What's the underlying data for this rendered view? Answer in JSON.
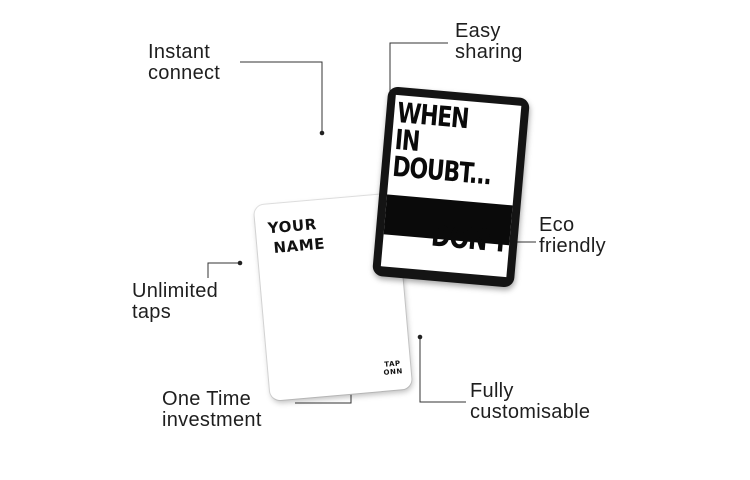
{
  "features": {
    "instant_connect": [
      "Instant",
      "connect"
    ],
    "easy_sharing": [
      "Easy",
      "sharing"
    ],
    "eco_friendly": [
      "Eco",
      "friendly"
    ],
    "unlimited_taps": [
      "Unlimited",
      "taps"
    ],
    "one_time_investment": [
      "One Time",
      "investment"
    ],
    "fully_customisable": [
      "Fully",
      "customisable"
    ]
  },
  "white_card": {
    "name_lines": [
      "YOUR",
      "NAME"
    ],
    "brand_lines": [
      "TAP",
      "ONN"
    ]
  },
  "black_card": {
    "slogan_lines": [
      "WHEN",
      "IN",
      "DOUBT..."
    ],
    "slogan_end": "DON'T"
  },
  "colors": {
    "line": "#333333",
    "card_black": "#141414",
    "text": "#1e1e1e"
  }
}
